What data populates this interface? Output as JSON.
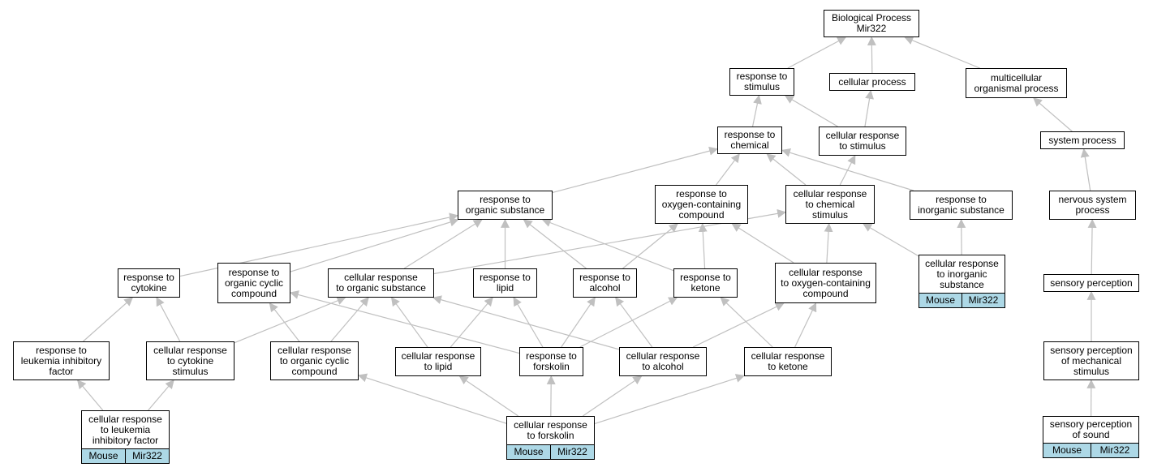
{
  "graph": {
    "colors": {
      "edge": "#c0c0c0",
      "node_border": "#000000",
      "tag_fill": "#add8e6"
    },
    "tags": {
      "species": "Mouse",
      "gene": "Mir322"
    },
    "nodes": [
      {
        "id": "root",
        "label": "Biological Process\nMir322"
      },
      {
        "id": "stim",
        "label": "response to\nstimulus"
      },
      {
        "id": "cproc",
        "label": "cellular process"
      },
      {
        "id": "multi",
        "label": "multicellular\norganismal process"
      },
      {
        "id": "chem",
        "label": "response to\nchemical"
      },
      {
        "id": "cstim",
        "label": "cellular response\nto stimulus"
      },
      {
        "id": "sys",
        "label": "system process"
      },
      {
        "id": "org",
        "label": "response to\norganic substance"
      },
      {
        "id": "oxy",
        "label": "response to\noxygen-containing\ncompound"
      },
      {
        "id": "cchem",
        "label": "cellular response\nto chemical\nstimulus"
      },
      {
        "id": "inorg",
        "label": "response to\ninorganic substance"
      },
      {
        "id": "nerv",
        "label": "nervous system\nprocess"
      },
      {
        "id": "cyto",
        "label": "response to\ncytokine"
      },
      {
        "id": "orgcyc",
        "label": "response to\norganic cyclic\ncompound"
      },
      {
        "id": "corg",
        "label": "cellular response\nto organic substance"
      },
      {
        "id": "lipid",
        "label": "response to\nlipid"
      },
      {
        "id": "alc",
        "label": "response to\nalcohol"
      },
      {
        "id": "ket",
        "label": "response to\nketone"
      },
      {
        "id": "coxy",
        "label": "cellular response\nto oxygen-containing\ncompound"
      },
      {
        "id": "cinorg",
        "label": "cellular response\nto inorganic\nsubstance",
        "tagged": true
      },
      {
        "id": "sens",
        "label": "sensory perception"
      },
      {
        "id": "lif",
        "label": "response to\nleukemia inhibitory\nfactor"
      },
      {
        "id": "ccyto",
        "label": "cellular response\nto cytokine\nstimulus"
      },
      {
        "id": "corgcyc",
        "label": "cellular response\nto organic cyclic\ncompound"
      },
      {
        "id": "clipid",
        "label": "cellular response\nto lipid"
      },
      {
        "id": "forsk",
        "label": "response to\nforskolin"
      },
      {
        "id": "calc",
        "label": "cellular response\nto alcohol"
      },
      {
        "id": "cket",
        "label": "cellular response\nto ketone"
      },
      {
        "id": "mech",
        "label": "sensory perception\nof mechanical\nstimulus"
      },
      {
        "id": "clif",
        "label": "cellular response\nto leukemia\ninhibitory factor",
        "tagged": true
      },
      {
        "id": "cforsk",
        "label": "cellular response\nto forskolin",
        "tagged": true
      },
      {
        "id": "sound",
        "label": "sensory perception\nof sound",
        "tagged": true
      }
    ],
    "edges": [
      [
        "stim",
        "root"
      ],
      [
        "cproc",
        "root"
      ],
      [
        "multi",
        "root"
      ],
      [
        "chem",
        "stim"
      ],
      [
        "cstim",
        "stim"
      ],
      [
        "cstim",
        "cproc"
      ],
      [
        "sys",
        "multi"
      ],
      [
        "org",
        "chem"
      ],
      [
        "oxy",
        "chem"
      ],
      [
        "cchem",
        "chem"
      ],
      [
        "inorg",
        "chem"
      ],
      [
        "cchem",
        "cstim"
      ],
      [
        "nerv",
        "sys"
      ],
      [
        "cyto",
        "org"
      ],
      [
        "orgcyc",
        "org"
      ],
      [
        "corg",
        "org"
      ],
      [
        "lipid",
        "org"
      ],
      [
        "alc",
        "org"
      ],
      [
        "ket",
        "org"
      ],
      [
        "alc",
        "oxy"
      ],
      [
        "ket",
        "oxy"
      ],
      [
        "coxy",
        "oxy"
      ],
      [
        "corg",
        "cchem"
      ],
      [
        "coxy",
        "cchem"
      ],
      [
        "cinorg",
        "cchem"
      ],
      [
        "cinorg",
        "inorg"
      ],
      [
        "sens",
        "nerv"
      ],
      [
        "lif",
        "cyto"
      ],
      [
        "ccyto",
        "cyto"
      ],
      [
        "ccyto",
        "corg"
      ],
      [
        "corgcyc",
        "orgcyc"
      ],
      [
        "corgcyc",
        "corg"
      ],
      [
        "clipid",
        "corg"
      ],
      [
        "clipid",
        "lipid"
      ],
      [
        "forsk",
        "orgcyc"
      ],
      [
        "forsk",
        "lipid"
      ],
      [
        "forsk",
        "alc"
      ],
      [
        "forsk",
        "ket"
      ],
      [
        "calc",
        "corg"
      ],
      [
        "calc",
        "alc"
      ],
      [
        "calc",
        "coxy"
      ],
      [
        "cket",
        "ket"
      ],
      [
        "cket",
        "coxy"
      ],
      [
        "mech",
        "sens"
      ],
      [
        "clif",
        "lif"
      ],
      [
        "clif",
        "ccyto"
      ],
      [
        "cforsk",
        "corgcyc"
      ],
      [
        "cforsk",
        "clipid"
      ],
      [
        "cforsk",
        "forsk"
      ],
      [
        "cforsk",
        "calc"
      ],
      [
        "cforsk",
        "cket"
      ],
      [
        "sound",
        "mech"
      ]
    ]
  }
}
